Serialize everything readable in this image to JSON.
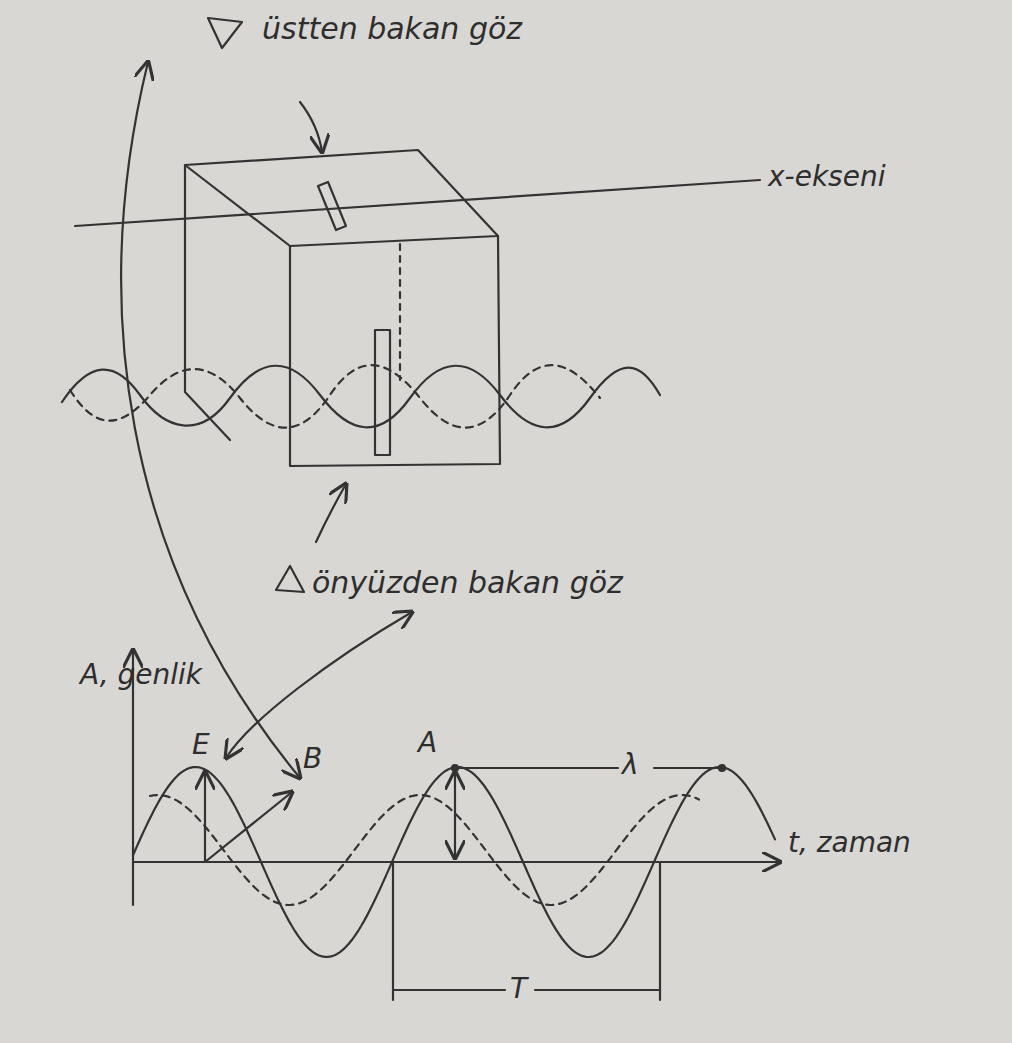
{
  "diagram": {
    "labels": [
      "üstten bakan göz",
      "x-ekseni",
      "önyüzden bakan göz",
      "A, genlik",
      "E",
      "B",
      "A",
      "λ",
      "t, zaman",
      "T"
    ]
  }
}
